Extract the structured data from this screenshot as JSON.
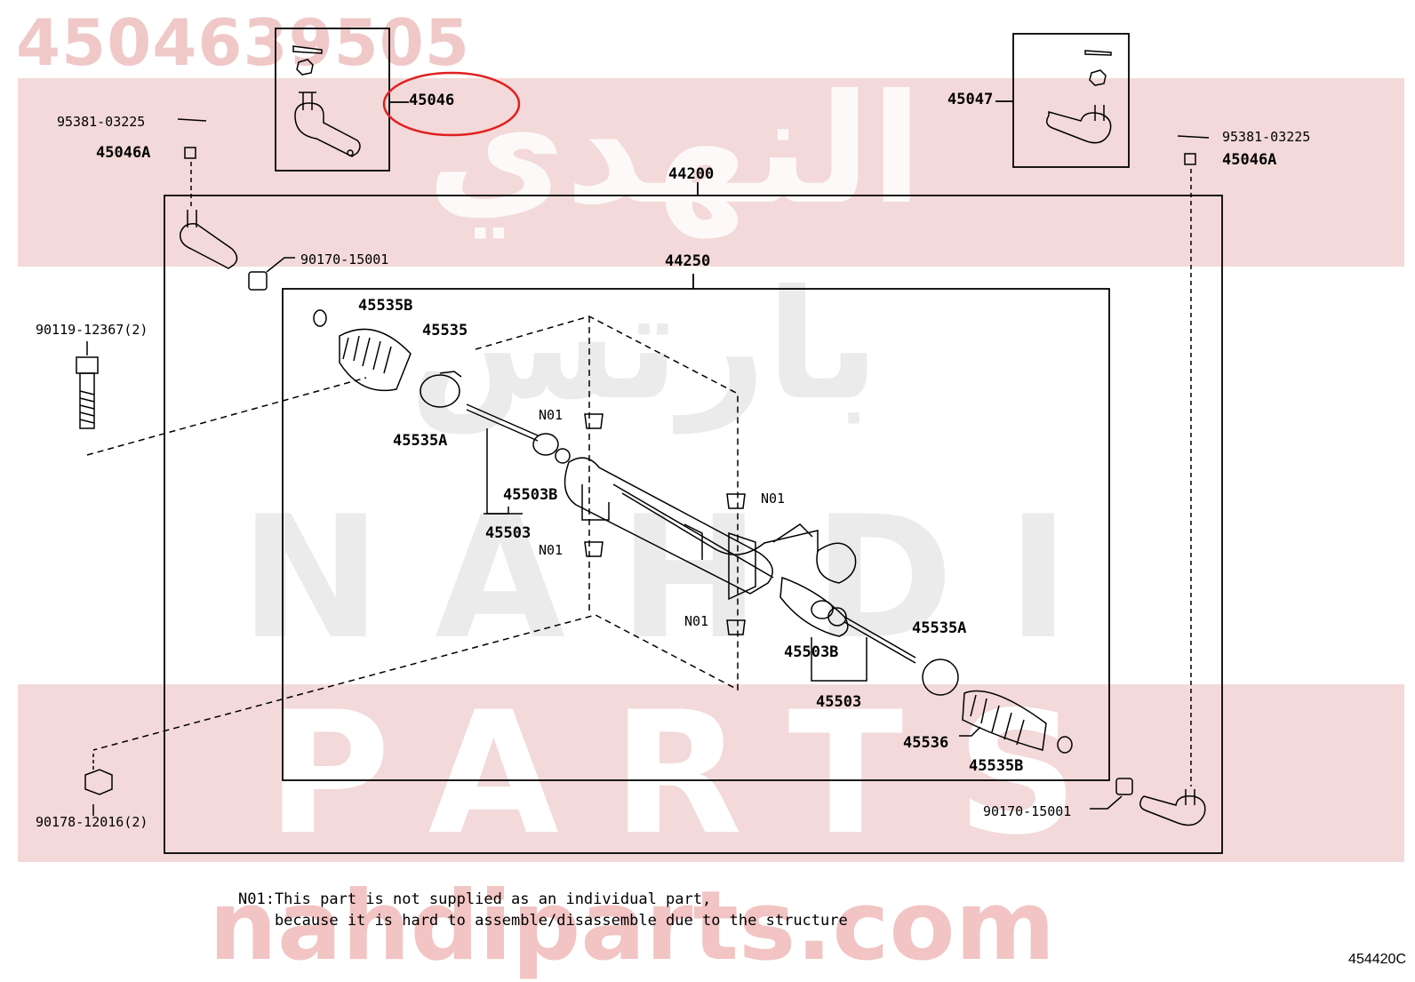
{
  "header": {
    "part_number": "4504639505"
  },
  "watermark": {
    "arabic_line1": "النهدي",
    "arabic_line2": "بارتس",
    "latin_line1": "NAHDI",
    "latin_line2": "PARTS",
    "url": "nahdiparts.com"
  },
  "callouts": {
    "c45046": "45046",
    "c45047": "45047",
    "c44200": "44200",
    "c44250": "44250",
    "c95381_l": "95381-03225",
    "c95381_r": "95381-03225",
    "c45046A_l": "45046A",
    "c45046A_r": "45046A",
    "c90170_l": "90170-15001",
    "c90170_r": "90170-15001",
    "c90119": "90119-12367(2)",
    "c90178": "90178-12016(2)",
    "c45535B_t": "45535B",
    "c45535_t": "45535",
    "c45535A_l": "45535A",
    "c45503B_l": "45503B",
    "c45503_l": "45503",
    "cN01_1": "N01",
    "cN01_2": "N01",
    "cN01_3": "N01",
    "cN01_4": "N01",
    "c45535A_r": "45535A",
    "c45503B_r": "45503B",
    "c45503_r": "45503",
    "c45536": "45536",
    "c45535B_r": "45535B"
  },
  "note": {
    "line1": "N01:This part is not supplied as an individual part,",
    "line2": "    because it is hard to assemble/disassemble due to the structure"
  },
  "diagram_code": "454420C",
  "colors": {
    "highlight_circle": "#e02020",
    "watermark_band": "#f3d9d9"
  }
}
